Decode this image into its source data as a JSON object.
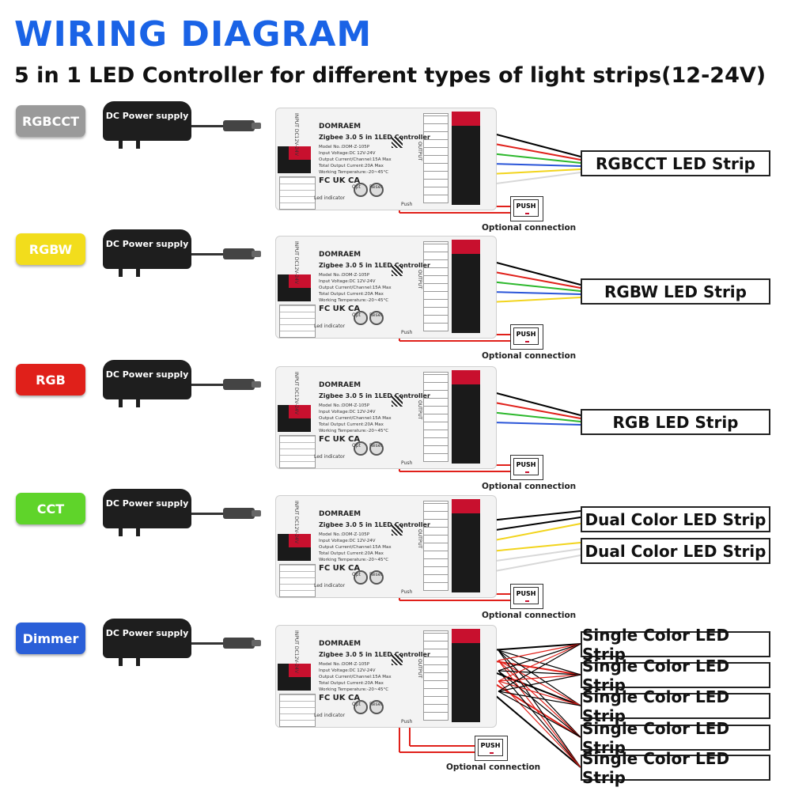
{
  "title": "WIRING DIAGRAM",
  "subtitle": "5 in 1 LED Controller for different types of light strips(12-24V)",
  "controller": {
    "brand": "DOMRAEM",
    "name": "Zigbee 3.0 5 in 1LED Controller",
    "specs": [
      "Model No.:DOM-Z-105P",
      "Input Voltage:DC 12V-24V",
      "Output Current/Channel:15A Max",
      "Total Output Current:20A Max",
      "Working Temperature:-20~45°C"
    ],
    "input_label": "INPUT DC12V-24V",
    "output_label": "OUTPUT",
    "led_indicator": "Led indicator",
    "opt_label": "Opt",
    "reset_label": "Reset",
    "push_label": "Push",
    "certs": "FC UK CA"
  },
  "psu_label": "DC Power supply",
  "push_button": "PUSH",
  "optional_connection": "Optional connection",
  "rows": [
    {
      "mode": "RGBCCT",
      "color": "#9a9a9a",
      "strips": [
        "RGBCCT LED Strip"
      ],
      "wires": [
        "#000000",
        "#e0201a",
        "#2db82d",
        "#2a55d8",
        "#f2d41c",
        "#d8d8d8"
      ]
    },
    {
      "mode": "RGBW",
      "color": "#f2dd1c",
      "strips": [
        "RGBW LED Strip"
      ],
      "wires": [
        "#000000",
        "#e0201a",
        "#2db82d",
        "#2a55d8",
        "#f2d41c"
      ]
    },
    {
      "mode": "RGB",
      "color": "#e0201a",
      "strips": [
        "RGB LED Strip"
      ],
      "wires": [
        "#000000",
        "#e0201a",
        "#2db82d",
        "#2a55d8"
      ]
    },
    {
      "mode": "CCT",
      "color": "#5fd42a",
      "strips": [
        "Dual Color LED Strip",
        "Dual Color LED Strip"
      ],
      "wires": [
        "#000000",
        "#000000",
        "#f2d41c",
        "#f2d41c",
        "#d8d8d8",
        "#d8d8d8"
      ]
    },
    {
      "mode": "Dimmer",
      "color": "#2a5fd8",
      "strips": [
        "Single Color LED Strip",
        "Single Color LED Strip",
        "Single Color LED Strip",
        "Single Color LED Strip",
        "Single Color LED Strip"
      ],
      "wires": [
        "#000000",
        "#e0201a",
        "#000000",
        "#e0201a",
        "#000000"
      ]
    }
  ]
}
